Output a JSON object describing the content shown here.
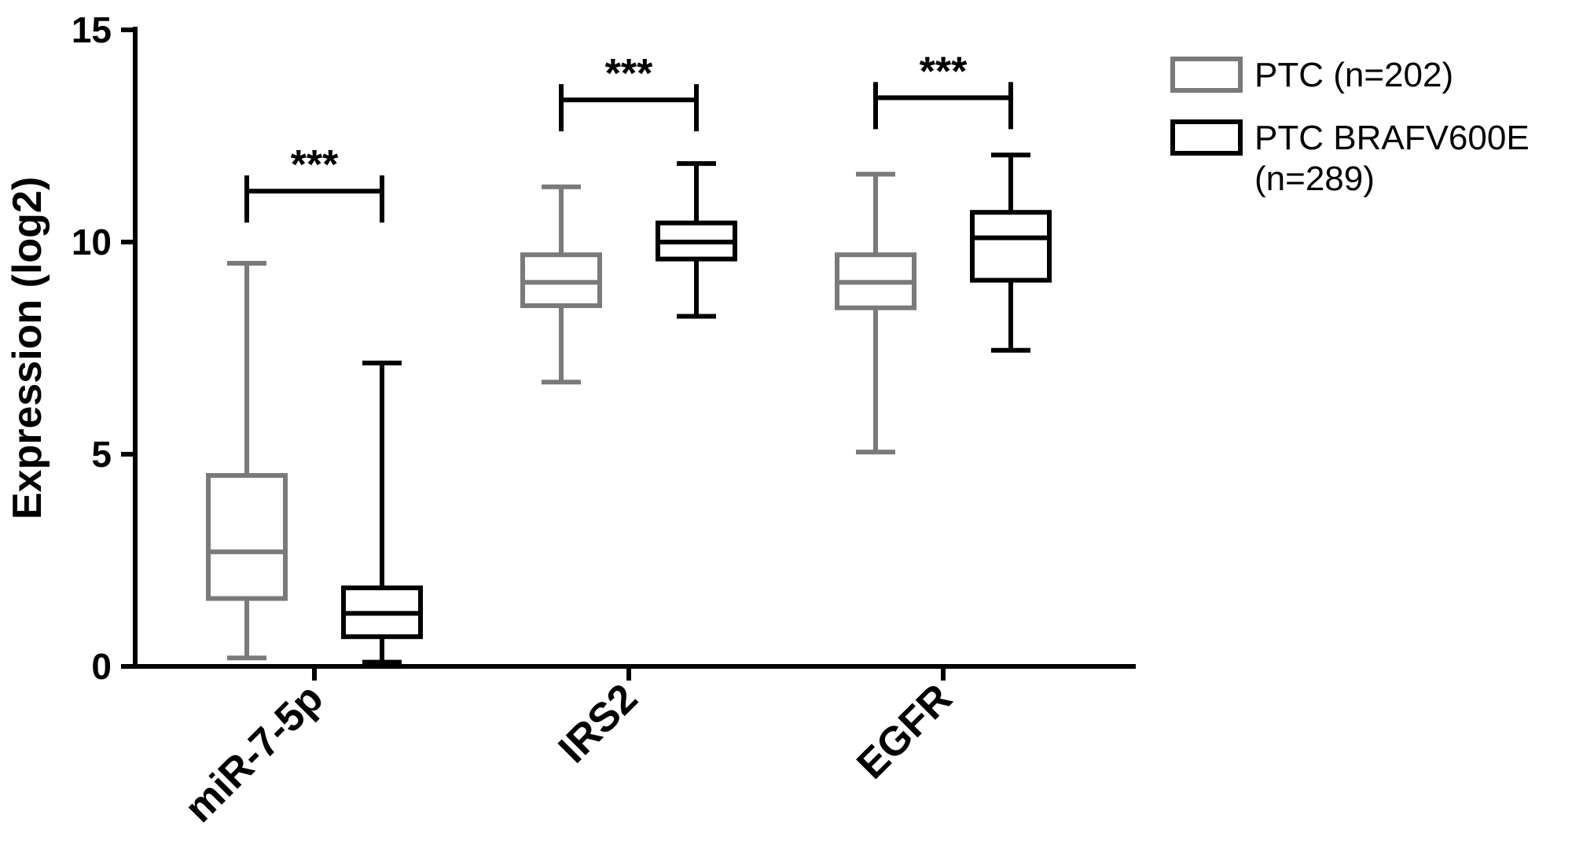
{
  "chart_data": {
    "type": "box",
    "title": "",
    "xlabel": "",
    "ylabel": "Expression (log2)",
    "ylim": [
      0,
      15
    ],
    "yticks": [
      0,
      5,
      10,
      15
    ],
    "grid": false,
    "legend_position": "top-right",
    "categories": [
      "miR-7-5p",
      "IRS2",
      "EGFR"
    ],
    "series": [
      {
        "name": "PTC (n=202)",
        "color": "#7a7a7a",
        "boxes": [
          {
            "min": 0.2,
            "q1": 1.6,
            "median": 2.7,
            "q3": 4.5,
            "max": 9.5
          },
          {
            "min": 6.7,
            "q1": 8.5,
            "median": 9.05,
            "q3": 9.7,
            "max": 11.3
          },
          {
            "min": 5.05,
            "q1": 8.45,
            "median": 9.05,
            "q3": 9.7,
            "max": 11.6
          }
        ]
      },
      {
        "name": "PTC BRAFV600E\n(n=289)",
        "name_lines": [
          "PTC BRAFV600E",
          "(n=289)"
        ],
        "color": "#000000",
        "boxes": [
          {
            "min": 0.1,
            "q1": 0.7,
            "median": 1.25,
            "q3": 1.85,
            "max": 7.15
          },
          {
            "min": 8.25,
            "q1": 9.6,
            "median": 10.0,
            "q3": 10.45,
            "max": 11.85
          },
          {
            "min": 7.45,
            "q1": 9.1,
            "median": 10.1,
            "q3": 10.7,
            "max": 12.05
          }
        ]
      }
    ],
    "significance": [
      {
        "category": "miR-7-5p",
        "label": "***",
        "y": 11.2
      },
      {
        "category": "IRS2",
        "label": "***",
        "y": 13.35
      },
      {
        "category": "EGFR",
        "label": "***",
        "y": 13.4
      }
    ]
  }
}
